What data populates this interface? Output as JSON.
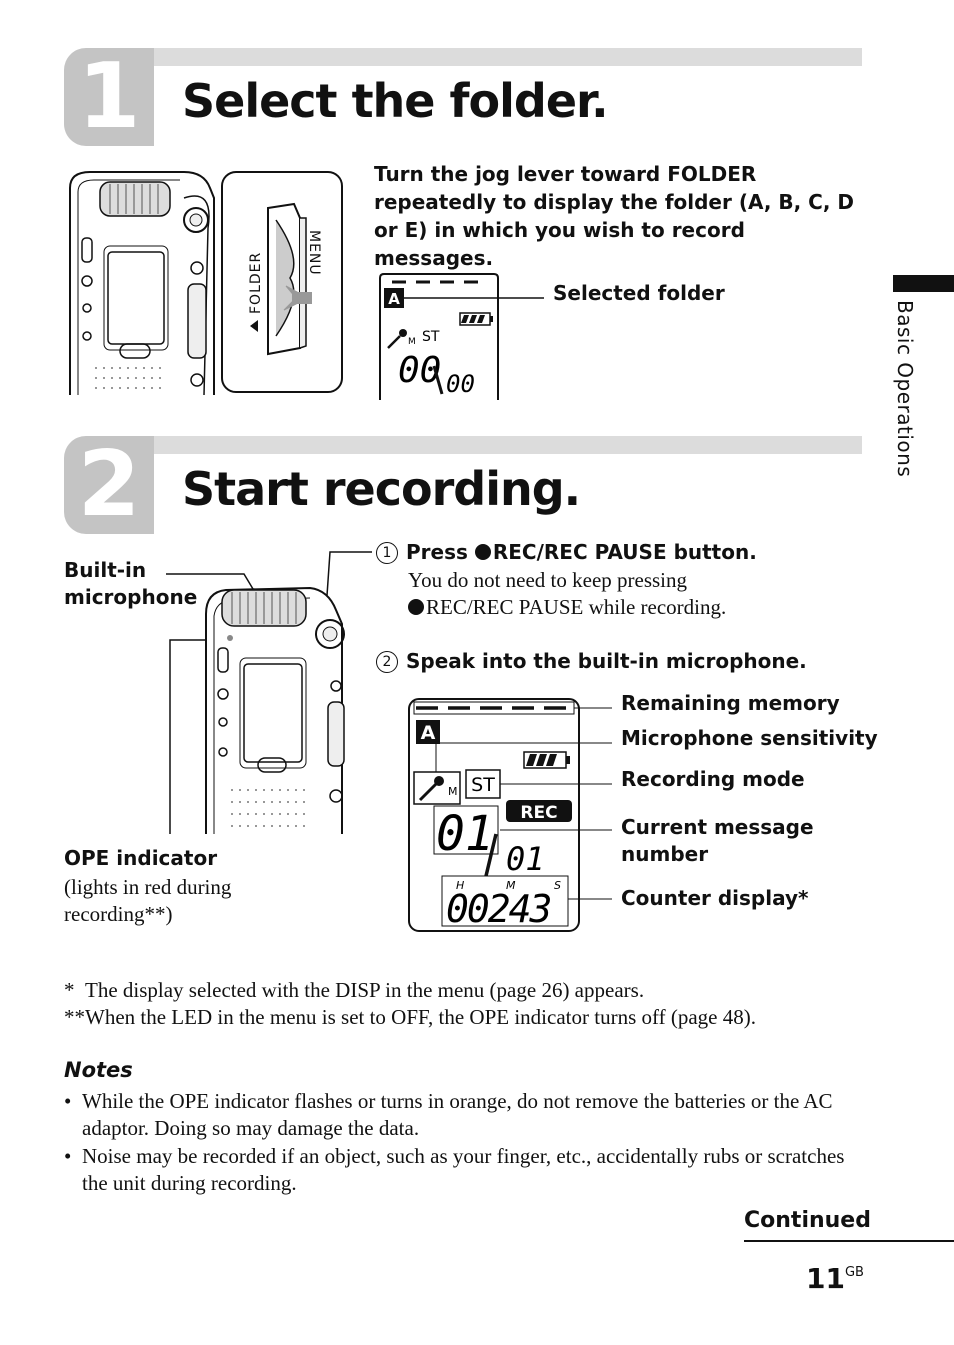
{
  "sidebar": {
    "section_label": "Basic Operations"
  },
  "step1": {
    "number": "1",
    "title": "Select the folder.",
    "instruction": "Turn the jog lever toward FOLDER repeatedly to display the folder (A, B, C, D or E) in which you wish to record messages.",
    "lever_label_folder": "FOLDER",
    "lever_label_menu": "MENU",
    "display_callout": "Selected folder",
    "display": {
      "folder": "A",
      "mode": "ST",
      "mic_sub": "M",
      "current": "00",
      "total": "00"
    }
  },
  "step2": {
    "number": "2",
    "title": "Start recording.",
    "builtin_mic_label": "Built-in\nmicrophone",
    "ope_label": "OPE indicator",
    "ope_note": "(lights in red during\nrecording**)",
    "sub1_number": "1",
    "sub1_title": "REC/REC PAUSE button.",
    "sub1_prefix": "Press ",
    "sub1_body_a": "You do not need to keep pressing",
    "sub1_body_b": "REC/REC PAUSE while recording.",
    "sub2_number": "2",
    "sub2_title": "Speak into the built-in microphone.",
    "callouts": [
      "Remaining memory",
      "Microphone sensitivity",
      "Recording mode",
      "Current message\nnumber",
      "Counter display*"
    ],
    "display": {
      "folder": "A",
      "mode": "ST",
      "mic_sub": "M",
      "rec": "REC",
      "current": "01",
      "total": "01",
      "counter": "00243",
      "h": "H",
      "m": "M",
      "s": "S"
    }
  },
  "footnotes": {
    "f1_mark": "*",
    "f1_text": "The display selected with the DISP in the menu (page 26) appears.",
    "f2_text": "**When the LED in the menu is set to OFF, the OPE indicator turns off (page 48)."
  },
  "notes": {
    "heading": "Notes",
    "items": [
      "While the OPE indicator flashes or turns in orange, do not remove the batteries or the AC adaptor. Doing so may damage the data.",
      "Noise may be recorded if an object, such as your finger, etc., accidentally rubs or scratches the unit during recording."
    ]
  },
  "footer": {
    "continued": "Continued",
    "page": "11",
    "page_suffix": "GB"
  }
}
